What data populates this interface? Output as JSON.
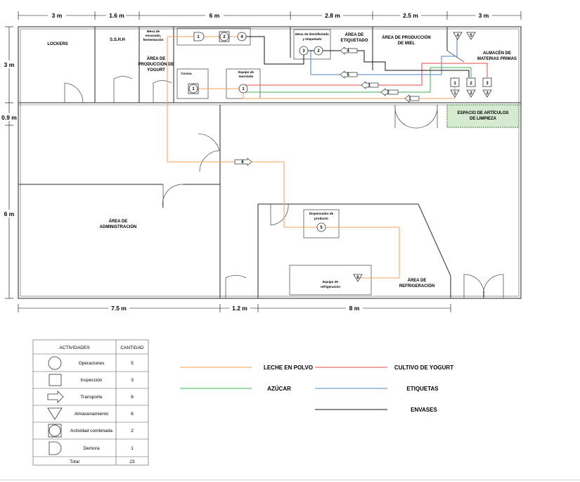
{
  "dims": {
    "top": [
      "3 m",
      "1.6 m",
      "6 m",
      "2.8 m",
      "2.5 m",
      "3 m"
    ],
    "bottom": [
      "7.5 m",
      "1.2 m",
      "8 m"
    ],
    "left": [
      "3 m",
      "0.9 m",
      "6 m"
    ]
  },
  "rooms": {
    "lockers": "LOCKERS",
    "sshh": "S.S.H.H",
    "yogurt_1": "ÁREA DE",
    "yogurt_2": "PRODUCCIÓN DE",
    "yogurt_3": "YOGURT",
    "etiquetado_1": "ÁREA DE",
    "etiquetado_2": "ETIQUETADO",
    "miel_1": "ÁREA DE PRODUCCIÓN",
    "miel_2": "DE MIEL",
    "almacen_1": "ALMACÉN DE",
    "almacen_2": "MATERIAS PRIMAS",
    "limpieza_1": "ESPACIO DE ARTÍCULOS",
    "limpieza_2": "DE LIMPIEZA",
    "admin_1": "ÁREA DE",
    "admin_2": "ADMINISTRACIÓN",
    "refrig_1": "ÁREA DE",
    "refrig_2": "REFRIGERACIÓN"
  },
  "equipment": {
    "mesa_envasado_1": "Mesa de",
    "mesa_envasado_2": "envasado,",
    "mesa_envasado_3": "fermentación",
    "cocina": "Cocina",
    "mezclado_1": "Equipo de",
    "mezclado_2": "mezclado",
    "desinfectado_1": "Mesa de desinfectado",
    "desinfectado_2": "y etiquetado",
    "dispensador_1": "Dispensador de",
    "dispensador_2": "producto",
    "refrigeracion_1": "Equipo de",
    "refrigeracion_2": "refrigeración"
  },
  "symbols": {
    "op1": "1",
    "op2": "2",
    "op3": "3",
    "op4": "4",
    "op5": "5",
    "combo1": "1",
    "combo2": "2",
    "insp1": "1",
    "insp2": "2",
    "insp3": "3",
    "delay1": "1",
    "store1": "1",
    "store2": "2",
    "store3": "3",
    "store4": "4",
    "store5": "5",
    "store6": "6",
    "tr1": "1",
    "tr2": "2",
    "tr3": "3",
    "tr4": "4",
    "tr5": "5",
    "tr6": "6"
  },
  "colors": {
    "leche": "#f5a05a",
    "cultivo": "#e04848",
    "azucar": "#3db04c",
    "etiquetas": "#4a86c8",
    "envases": "#111111",
    "limpieza_fill": "#d6ead2",
    "limpieza_border": "#3e8a3e"
  },
  "legend": {
    "header_activity": "ACTIVIDADES",
    "header_count": "CANTIDAD",
    "rows": [
      {
        "activity": "Operaciones",
        "count": "5",
        "icon": "circle"
      },
      {
        "activity": "Inspección",
        "count": "3",
        "icon": "square"
      },
      {
        "activity": "Transporte",
        "count": "6",
        "icon": "arrow"
      },
      {
        "activity": "Almacenamiento",
        "count": "6",
        "icon": "triangle"
      },
      {
        "activity": "Actividad combinada",
        "count": "2",
        "icon": "circle-in-square"
      },
      {
        "activity": "Demora",
        "count": "1",
        "icon": "d-shape"
      }
    ],
    "total_label": "Total",
    "total_count": "23"
  },
  "line_legend": {
    "leche": "LECHE EN POLVO",
    "cultivo": "CULTIVO DE YOGURT",
    "azucar": "AZÚCAR",
    "etiquetas": "ETIQUETAS",
    "envases": "ENVASES"
  }
}
